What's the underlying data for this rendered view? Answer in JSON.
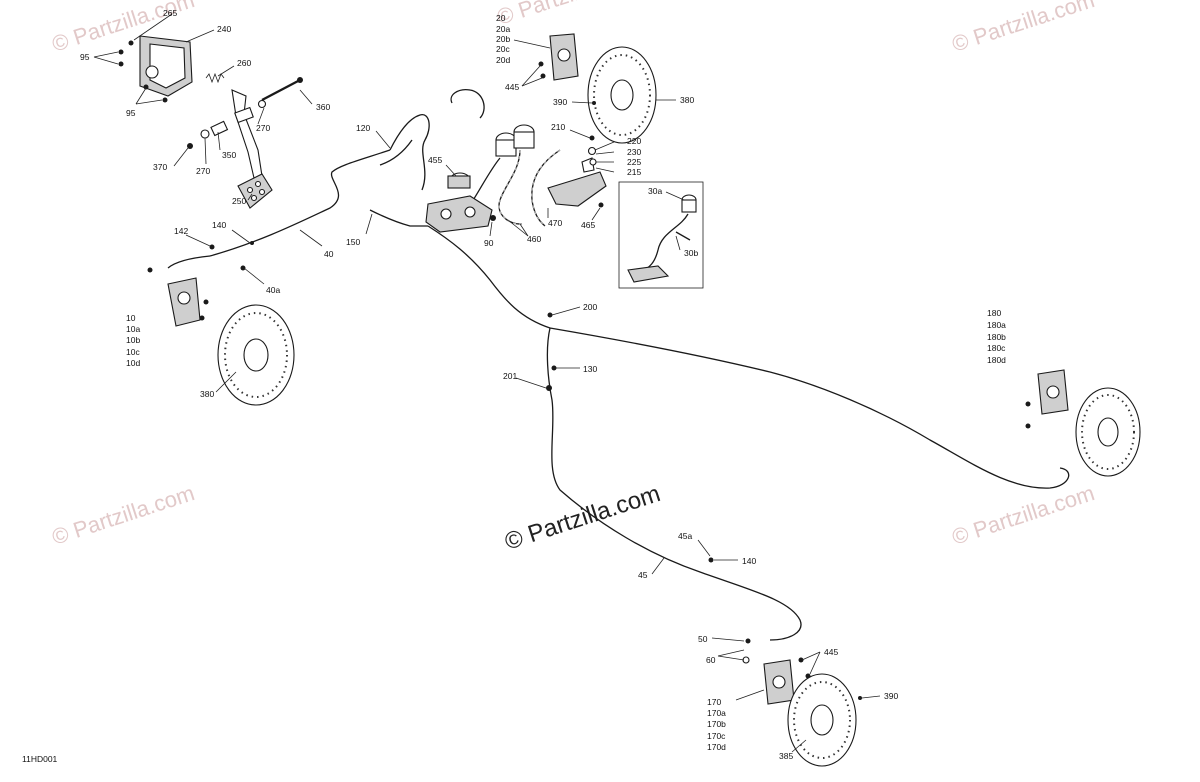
{
  "diagram": {
    "code": "11HD001",
    "watermark_text": "© Partzilla.com",
    "center_watermark_text": "© Partzilla.com",
    "part_labels": {
      "l265": "265",
      "l240": "240",
      "l95a": "95",
      "l95b": "95",
      "l260": "260",
      "l360": "360",
      "l270a": "270",
      "l370": "370",
      "l270b": "270",
      "l350": "350",
      "l250": "250",
      "l120": "120",
      "l455": "455",
      "l20": "20",
      "l20a": "20a",
      "l20b": "20b",
      "l20c": "20c",
      "l20d": "20d",
      "l445a": "445",
      "l390a": "390",
      "l380a": "380",
      "l210": "210",
      "l220": "220",
      "l230": "230",
      "l225": "225",
      "l215": "215",
      "l30a": "30a",
      "l30b": "30b",
      "l470": "470",
      "l465": "465",
      "l460": "460",
      "l90": "90",
      "l150": "150",
      "l142": "142",
      "l140a": "140",
      "l40": "40",
      "l40a": "40a",
      "l10": "10",
      "l10a": "10a",
      "l10b": "10b",
      "l10c": "10c",
      "l10d": "10d",
      "l380b": "380",
      "l200": "200",
      "l201": "201",
      "l130": "130",
      "l180": "180",
      "l180a": "180a",
      "l180b": "180b",
      "l180c": "180c",
      "l180d": "180d",
      "l45a": "45a",
      "l140b": "140",
      "l45": "45",
      "l50": "50",
      "l60": "60",
      "l445b": "445",
      "l390b": "390",
      "l170": "170",
      "l170a": "170a",
      "l170b": "170b",
      "l170c": "170c",
      "l170d": "170d",
      "l385": "385"
    }
  }
}
